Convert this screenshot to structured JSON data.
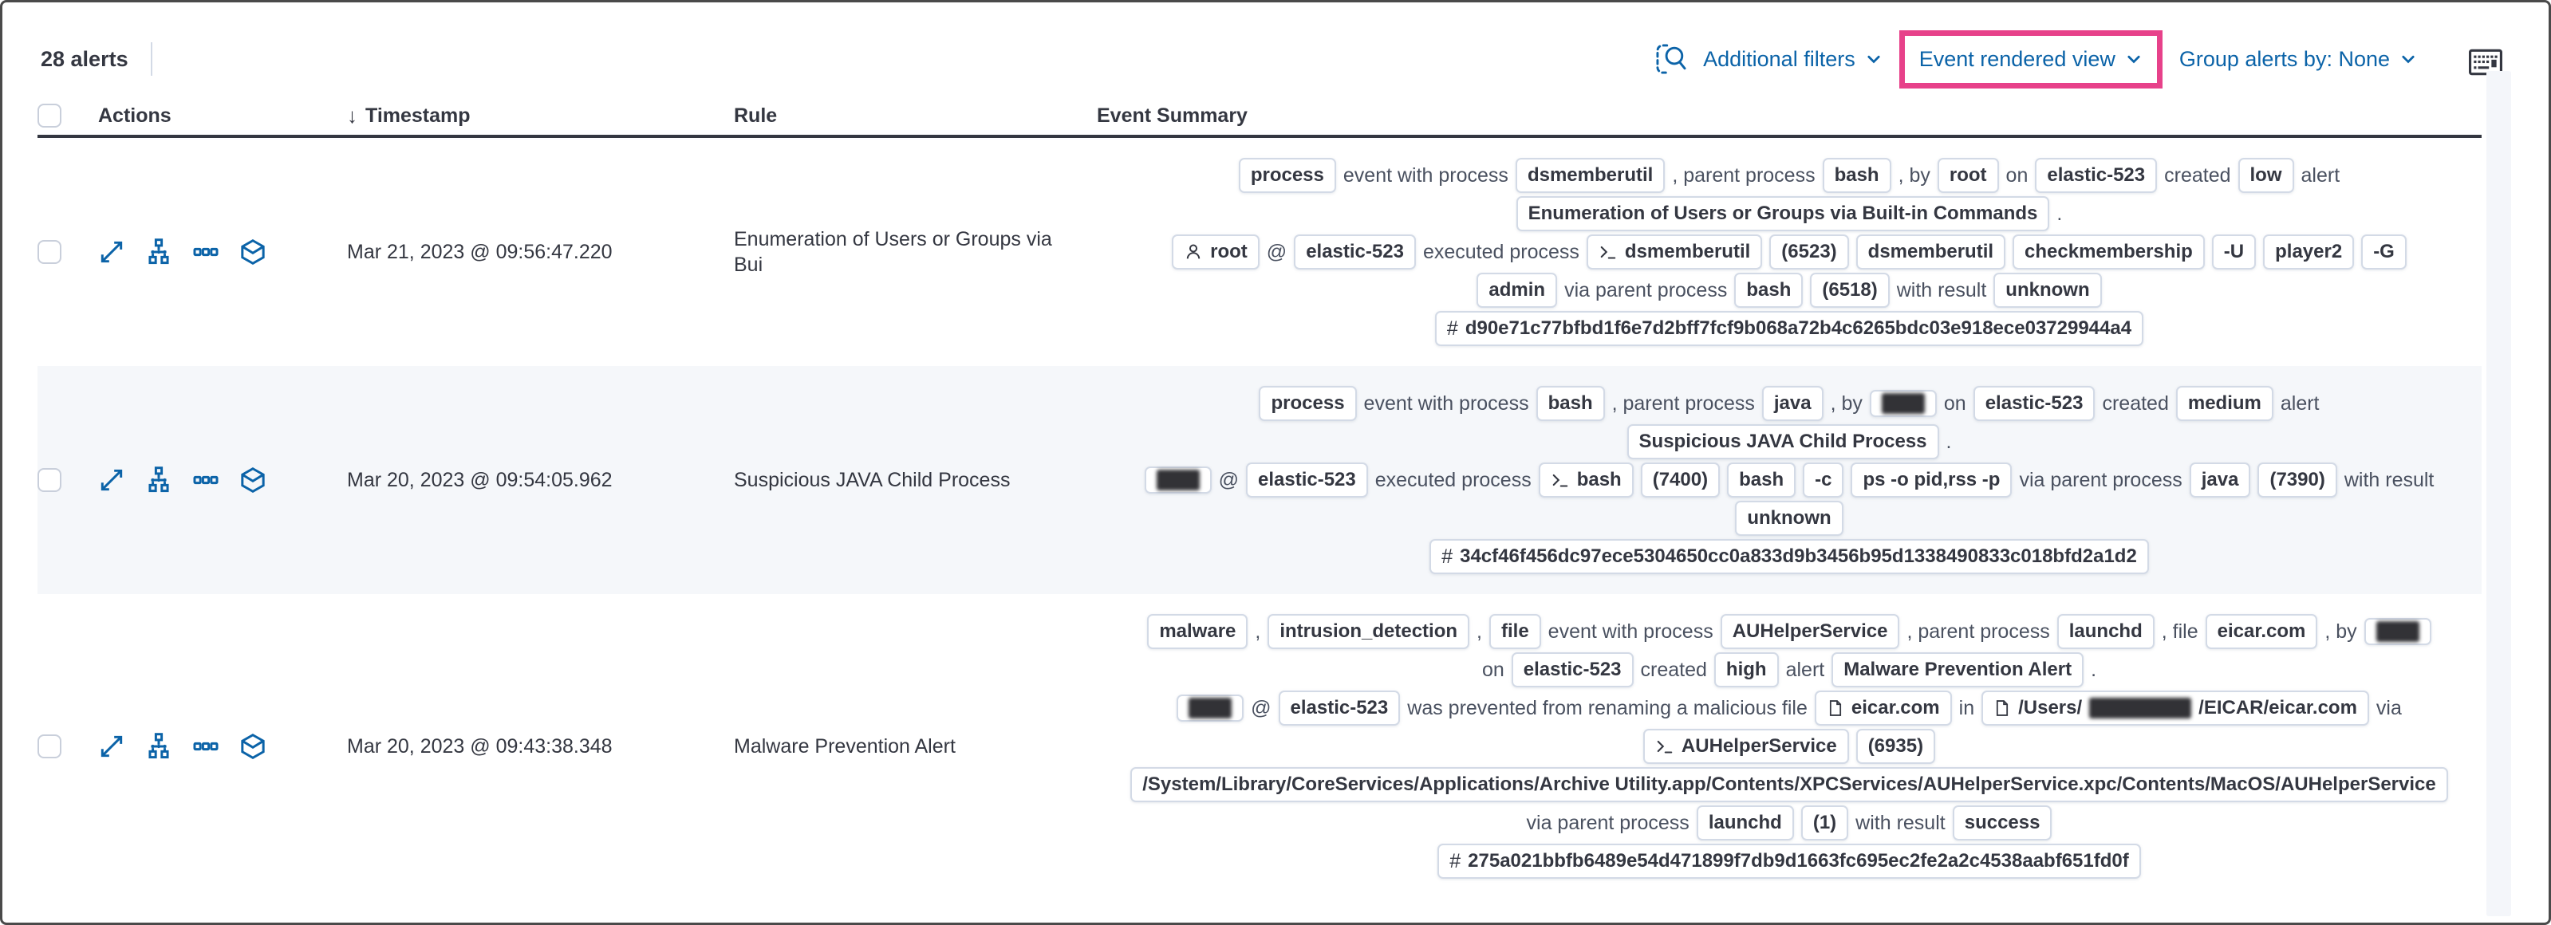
{
  "colors": {
    "accent": "#0b63a8",
    "pink": "#e7418a",
    "stripe": "#f5f7fa",
    "bborder": "#d3dae6",
    "text": "#343741",
    "track": "#f4f6fa",
    "subtext": "#4a5160"
  },
  "toolbar": {
    "alert_count": "28 alerts",
    "additional_filters_label": "Additional filters",
    "view_selector_label": "Event rendered view",
    "group_alerts_label": "Group alerts by: None",
    "icons": [
      "inspect-icon",
      "keyboard-shortcuts-icon"
    ]
  },
  "table": {
    "headers": {
      "actions": "Actions",
      "timestamp": "Timestamp",
      "rule": "Rule",
      "event_summary": "Event Summary"
    },
    "action_icons": [
      "expand-alert-icon",
      "analyzer-icon",
      "more-actions-icon",
      "session-view-icon"
    ],
    "rows": [
      {
        "timestamp": "Mar 21, 2023 @ 09:56:47.220",
        "rule": "Enumeration of Users or Groups via Bui",
        "striped": false,
        "lines": [
          [
            {
              "b": "process"
            },
            {
              "t": "event with process"
            },
            {
              "b": "dsmemberutil"
            },
            {
              "t": ", parent process"
            },
            {
              "b": "bash"
            },
            {
              "t": ", by"
            },
            {
              "b": "root"
            },
            {
              "t": "on"
            },
            {
              "b": "elastic-523"
            },
            {
              "t": "created"
            },
            {
              "b": "low"
            },
            {
              "t": "alert"
            }
          ],
          [
            {
              "b": "Enumeration of Users or Groups via Built-in Commands"
            },
            {
              "t": "."
            }
          ],
          [
            {
              "b": "root",
              "i": "user"
            },
            {
              "t": "@"
            },
            {
              "b": "elastic-523"
            },
            {
              "t": "executed process"
            },
            {
              "b": "dsmemberutil",
              "i": "terminal"
            },
            {
              "b": "(6523)"
            },
            {
              "b": "dsmemberutil"
            },
            {
              "b": "checkmembership"
            },
            {
              "b": "-U"
            },
            {
              "b": "player2"
            },
            {
              "b": "-G"
            }
          ],
          [
            {
              "b": "admin"
            },
            {
              "t": "via parent process"
            },
            {
              "b": "bash"
            },
            {
              "b": "(6518)"
            },
            {
              "t": "with result"
            },
            {
              "b": "unknown"
            }
          ],
          [
            {
              "b": "d90e71c77bfbd1f6e7d2bff7fcf9b068a72b4c6265bdc03e918ece03729944a4",
              "i": "hash"
            }
          ]
        ]
      },
      {
        "timestamp": "Mar 20, 2023 @ 09:54:05.962",
        "rule": "Suspicious JAVA Child Process",
        "striped": true,
        "lines": [
          [
            {
              "b": "process"
            },
            {
              "t": "event with process"
            },
            {
              "b": "bash"
            },
            {
              "t": ", parent process"
            },
            {
              "b": "java"
            },
            {
              "t": ", by"
            },
            {
              "r": true
            },
            {
              "t": "on"
            },
            {
              "b": "elastic-523"
            },
            {
              "t": "created"
            },
            {
              "b": "medium"
            },
            {
              "t": "alert"
            }
          ],
          [
            {
              "b": "Suspicious JAVA Child Process"
            },
            {
              "t": "."
            }
          ],
          [
            {
              "r": true
            },
            {
              "t": "@"
            },
            {
              "b": "elastic-523"
            },
            {
              "t": "executed process"
            },
            {
              "b": "bash",
              "i": "terminal"
            },
            {
              "b": "(7400)"
            },
            {
              "b": "bash"
            },
            {
              "b": "-c"
            },
            {
              "b": "ps -o pid,rss -p"
            },
            {
              "t": "via parent process"
            },
            {
              "b": "java"
            },
            {
              "b": "(7390)"
            },
            {
              "t": "with result"
            }
          ],
          [
            {
              "b": "unknown"
            }
          ],
          [
            {
              "b": "34cf46f456dc97ece5304650cc0a833d9b3456b95d1338490833c018bfd2a1d2",
              "i": "hash"
            }
          ]
        ]
      },
      {
        "timestamp": "Mar 20, 2023 @ 09:43:38.348",
        "rule": "Malware Prevention Alert",
        "striped": false,
        "lines": [
          [
            {
              "b": "malware"
            },
            {
              "t": ","
            },
            {
              "b": "intrusion_detection"
            },
            {
              "t": ","
            },
            {
              "b": "file"
            },
            {
              "t": "event with process"
            },
            {
              "b": "AUHelperService"
            },
            {
              "t": ", parent process"
            },
            {
              "b": "launchd"
            },
            {
              "t": ", file"
            },
            {
              "b": "eicar.com"
            },
            {
              "t": ", by"
            },
            {
              "r": true
            }
          ],
          [
            {
              "t": "on"
            },
            {
              "b": "elastic-523"
            },
            {
              "t": "created"
            },
            {
              "b": "high"
            },
            {
              "t": "alert"
            },
            {
              "b": "Malware Prevention Alert"
            },
            {
              "t": "."
            }
          ],
          [
            {
              "r": true
            },
            {
              "t": "@"
            },
            {
              "b": "elastic-523"
            },
            {
              "t": "was prevented from renaming a malicious file"
            },
            {
              "b": "eicar.com",
              "i": "file"
            },
            {
              "t": "in"
            },
            {
              "i": "file",
              "parts": [
                {
                  "t": "/Users/"
                },
                {
                  "r": "wide"
                },
                {
                  "t": "/EICAR/eicar.com"
                }
              ]
            },
            {
              "t": "via"
            }
          ],
          [
            {
              "b": "AUHelperService",
              "i": "terminal"
            },
            {
              "b": "(6935)"
            }
          ],
          [
            {
              "b": "/System/Library/CoreServices/Applications/Archive Utility.app/Contents/XPCServices/AUHelperService.xpc/Contents/MacOS/AUHelperService"
            }
          ],
          [
            {
              "t": "via parent process"
            },
            {
              "b": "launchd"
            },
            {
              "b": "(1)"
            },
            {
              "t": "with result"
            },
            {
              "b": "success"
            }
          ],
          [
            {
              "b": "275a021bbfb6489e54d471899f7db9d1663fc695ec2fe2a2c4538aabf651fd0f",
              "i": "hash"
            }
          ]
        ]
      }
    ]
  }
}
